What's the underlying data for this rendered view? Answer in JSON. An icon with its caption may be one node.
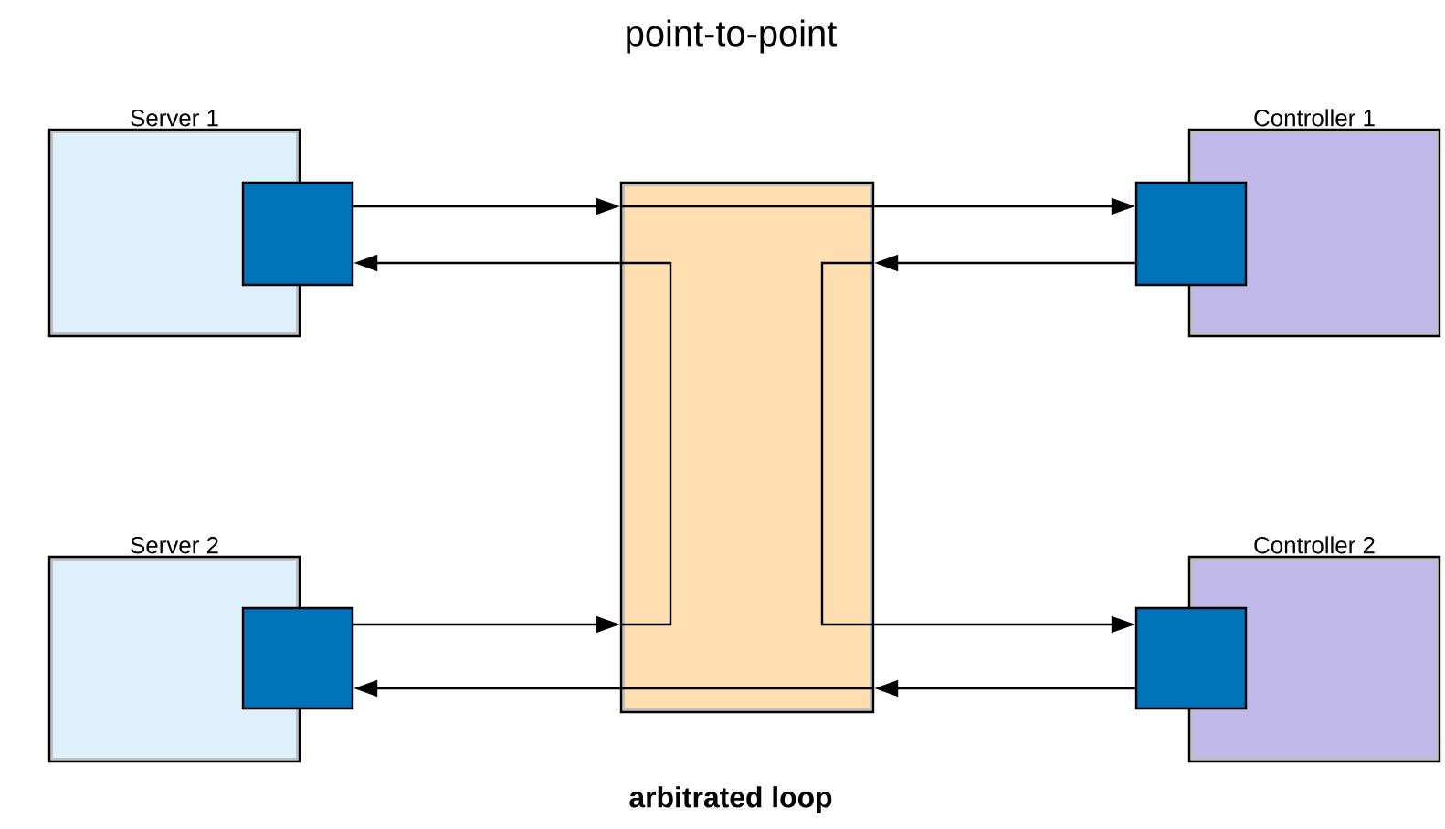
{
  "diagram": {
    "title": "point-to-point",
    "caption": "arbitrated loop",
    "nodes": [
      {
        "text": [
          "Server 1"
        ]
      },
      {
        "text": [],
        "shape": "box"
      },
      {
        "text": [
          "Controller 1"
        ]
      },
      {
        "text": [],
        "shape": "box"
      },
      {
        "text": [
          "Server 2"
        ]
      },
      {
        "text": [],
        "shape": "box"
      },
      {
        "text": [
          "Controller 2"
        ]
      },
      {
        "text": [],
        "shape": "box"
      },
      {
        "text": [],
        "shape": "box"
      }
    ],
    "edges": [
      {
        "from": 1,
        "to": 8,
        "arrow": "to"
      },
      {
        "from": 8,
        "to": 3,
        "arrow": "to"
      },
      {
        "from": 3,
        "to": 8,
        "arrow": "to"
      },
      {
        "from": 8,
        "to": 1,
        "arrow": "to"
      },
      {
        "from": 5,
        "to": 8,
        "arrow": "to"
      },
      {
        "from": 8,
        "to": 7,
        "arrow": "to"
      },
      {
        "from": 7,
        "to": 8,
        "arrow": "to"
      },
      {
        "from": 8,
        "to": 5,
        "arrow": "to"
      }
    ]
  }
}
